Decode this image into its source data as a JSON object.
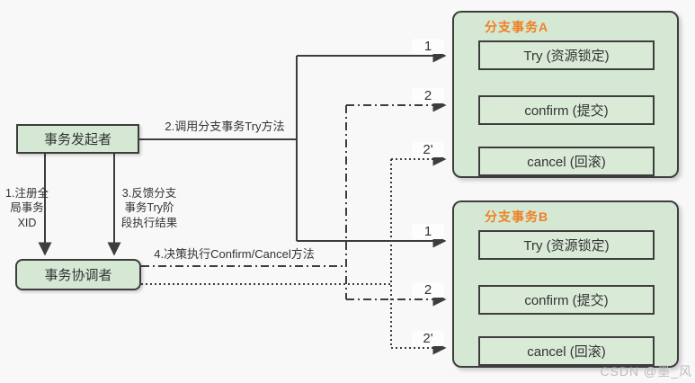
{
  "diagram": {
    "title_hint": "TCC distributed transaction flow",
    "colors": {
      "node_fill": "#d5e8d4",
      "step_fill": "#d9ead7",
      "border": "#3d3d3d",
      "accent_orange": "#ef8023",
      "line": "#3d3d3d",
      "background": "#f8f8f8",
      "watermark": "#bcbcbc"
    },
    "nodes": {
      "initiator": {
        "label": "事务发起者"
      },
      "coordinator": {
        "label": "事务协调者"
      }
    },
    "edges": {
      "register": {
        "label": "1.注册全\n局事务\nXID"
      },
      "call_try": {
        "label": "2.调用分支事务Try方法"
      },
      "feedback": {
        "label": "3.反馈分支\n事务Try阶\n段执行结果"
      },
      "decide": {
        "label": "4.决策执行Confirm/Cancel方法"
      }
    },
    "branches": [
      {
        "title": "分支事务A",
        "steps": [
          {
            "label": "Try (资源锁定)"
          },
          {
            "label": "confirm (提交)"
          },
          {
            "label": "cancel (回滚)"
          }
        ],
        "arrow_labels": {
          "try": "1",
          "confirm": "2",
          "cancel": "2'"
        }
      },
      {
        "title": "分支事务B",
        "steps": [
          {
            "label": "Try (资源锁定)"
          },
          {
            "label": "confirm (提交)"
          },
          {
            "label": "cancel (回滚)"
          }
        ],
        "arrow_labels": {
          "try": "1",
          "confirm": "2",
          "cancel": "2'"
        }
      }
    ],
    "watermark": "CSDN @墨_风"
  }
}
